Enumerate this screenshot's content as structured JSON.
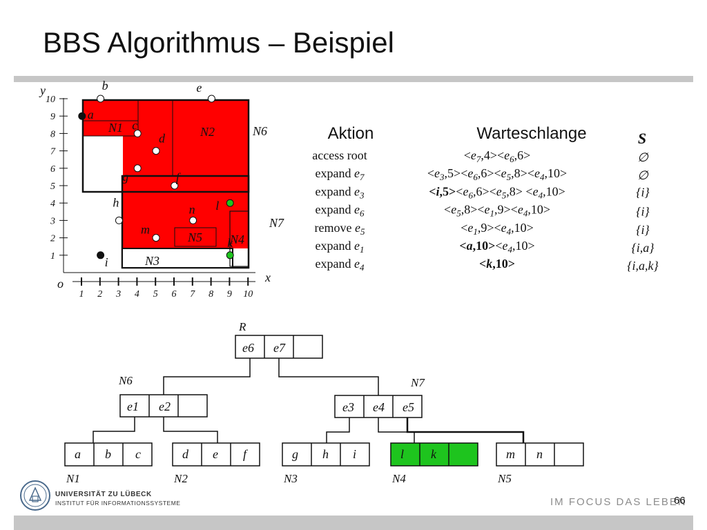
{
  "slide": {
    "title": "BBS Algorithmus – Beispiel",
    "page_number": "66",
    "university_line1": "UNIVERSITÄT ZU LÜBECK",
    "university_line2": "INSTITUT FÜR INFORMATIONSSYSTEME",
    "slogan": "IM FOCUS DAS LEBEN"
  },
  "colors": {
    "red": "#ff0000",
    "green": "#1ec41e",
    "grey": "#c6c6c6"
  },
  "plot": {
    "y_axis_label": "y",
    "x_axis_label": "x",
    "origin_label": "o",
    "x_ticks": [
      "1",
      "2",
      "3",
      "4",
      "5",
      "6",
      "7",
      "8",
      "9",
      "10"
    ],
    "y_ticks": [
      "1",
      "2",
      "3",
      "4",
      "5",
      "6",
      "7",
      "8",
      "9",
      "10"
    ],
    "points": [
      {
        "name": "a",
        "x": 1,
        "y": 9
      },
      {
        "name": "b",
        "x": 2,
        "y": 10
      },
      {
        "name": "c",
        "x": 4,
        "y": 8
      },
      {
        "name": "d",
        "x": 5,
        "y": 7
      },
      {
        "name": "e",
        "x": 8,
        "y": 10
      },
      {
        "name": "f",
        "x": 6,
        "y": 5
      },
      {
        "name": "g",
        "x": 4,
        "y": 6
      },
      {
        "name": "h",
        "x": 3,
        "y": 3
      },
      {
        "name": "i",
        "x": 2,
        "y": 1
      },
      {
        "name": "k",
        "x": 9,
        "y": 1
      },
      {
        "name": "l",
        "x": 9,
        "y": 4
      },
      {
        "name": "m",
        "x": 5,
        "y": 2
      },
      {
        "name": "n",
        "x": 7,
        "y": 3
      }
    ],
    "region_labels": [
      "N1",
      "N2",
      "N3",
      "N4",
      "N5",
      "N6",
      "N7"
    ]
  },
  "table": {
    "headers": {
      "aktion": "Aktion",
      "queue": "Warteschlange",
      "s": "S"
    },
    "rows": [
      {
        "aktion": "access root",
        "queue": "<e7,4><e6,6>",
        "s": "∅"
      },
      {
        "aktion": "expand e7",
        "queue": "<e3,5><e6,6><e5,8><e4,10>",
        "s": "∅"
      },
      {
        "aktion": "expand e3",
        "queue": "<i,5><e6,6><e5,8> <e4,10>",
        "s": "{i}"
      },
      {
        "aktion": "expand e6",
        "queue": "<e5,8><e1,9><e4,10>",
        "s": "{i}"
      },
      {
        "aktion": "remove e5",
        "queue": "<e1,9><e4,10>",
        "s": "{i}"
      },
      {
        "aktion": "expand e1",
        "queue": "<a,10><e4,10>",
        "s": "{i,a}"
      },
      {
        "aktion": "expand e4",
        "queue": "<k,10>",
        "s": "{i,a,k}"
      }
    ]
  },
  "tree": {
    "root_label": "R",
    "root_entries": [
      "e6",
      "e7",
      ""
    ],
    "N6_label": "N6",
    "N6_entries": [
      "e1",
      "e2",
      ""
    ],
    "N7_label": "N7",
    "N7_entries": [
      "e3",
      "e4",
      "e5"
    ],
    "leaves": [
      {
        "label": "N1",
        "entries": [
          "a",
          "b",
          "c"
        ]
      },
      {
        "label": "N2",
        "entries": [
          "d",
          "e",
          "f"
        ]
      },
      {
        "label": "N3",
        "entries": [
          "g",
          "h",
          "i"
        ]
      },
      {
        "label": "N4",
        "entries": [
          "l",
          "k",
          ""
        ]
      },
      {
        "label": "N5",
        "entries": [
          "m",
          "n",
          ""
        ]
      }
    ]
  }
}
